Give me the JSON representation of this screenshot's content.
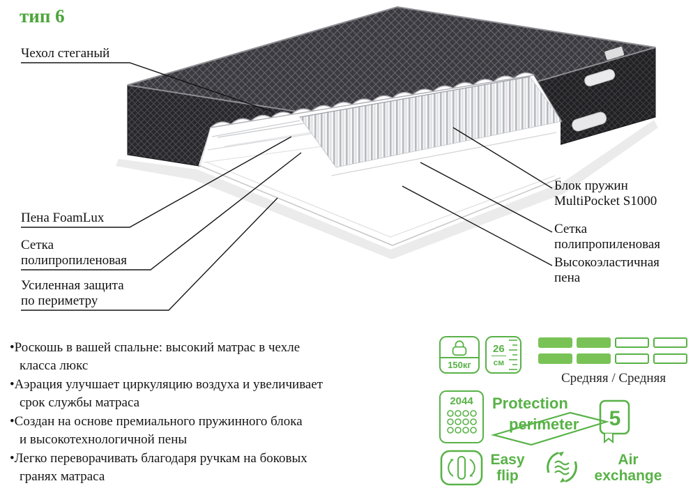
{
  "title": "тип 6",
  "accent_color": "#58b247",
  "labels": {
    "left": [
      "Чехол стеганый",
      "Пена FoamLux",
      "Сетка\nполипропиленовая",
      "Усиленная защита\nпо периметру"
    ],
    "right": [
      "Блок пружин\nMultiPocket S1000",
      "Сетка\nполипропиленовая",
      "Высокоэластичная\nпена"
    ]
  },
  "features": [
    "•Роскошь в вашей спальне: высокий матрас в чехле\nкласса люкс",
    "•Аэрация улучшает циркуляцию воздуха и увеличивает\nсрок службы матраса",
    "•Создан на основе премиального пружинного блока\nи высокотехнологичной пены",
    "•Легко переворачивать благодаря ручкам на боковых\nгранях матраса"
  ],
  "specs": {
    "weight": "150кг",
    "height_value": "26",
    "height_unit": "см",
    "firmness_label": "Средняя / Средняя",
    "springs_count": "2044",
    "protection_line1": "Protection",
    "protection_line2": "perimeter",
    "warranty_years": "5",
    "flip_line1": "Easy",
    "flip_line2": "flip",
    "air_line1": "Air",
    "air_line2": "exchange"
  }
}
